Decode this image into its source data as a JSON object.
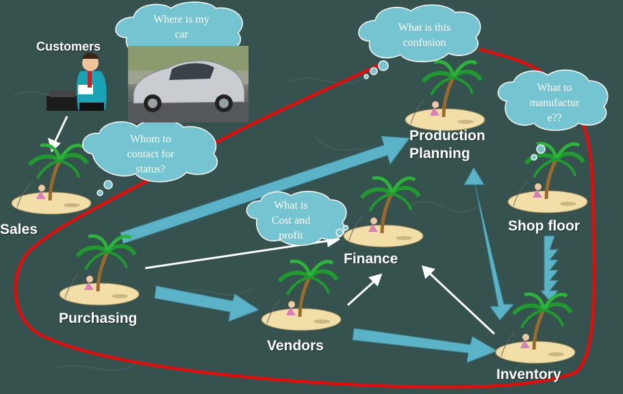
{
  "nodes": {
    "customers": "Customers",
    "sales": "Sales",
    "purchasing": "Purchasing",
    "vendors": "Vendors",
    "finance": "Finance",
    "production_planning": [
      "Production",
      "Planning"
    ],
    "shop_floor": "Shop floor",
    "inventory": "Inventory"
  },
  "clouds": {
    "car": [
      "Where is my",
      "car"
    ],
    "confusion": [
      "What is this",
      "confusion"
    ],
    "manufacture": [
      "What to",
      "manufactur",
      "e??"
    ],
    "status": [
      "Whom to",
      "contact for",
      "status?"
    ],
    "cost": [
      "What is",
      "Cost and",
      "profit"
    ]
  },
  "colors": {
    "background": "#35524f",
    "arrow": "#5ab3c6",
    "cloud": "#74c5d1",
    "boundary": "#ff0000"
  }
}
